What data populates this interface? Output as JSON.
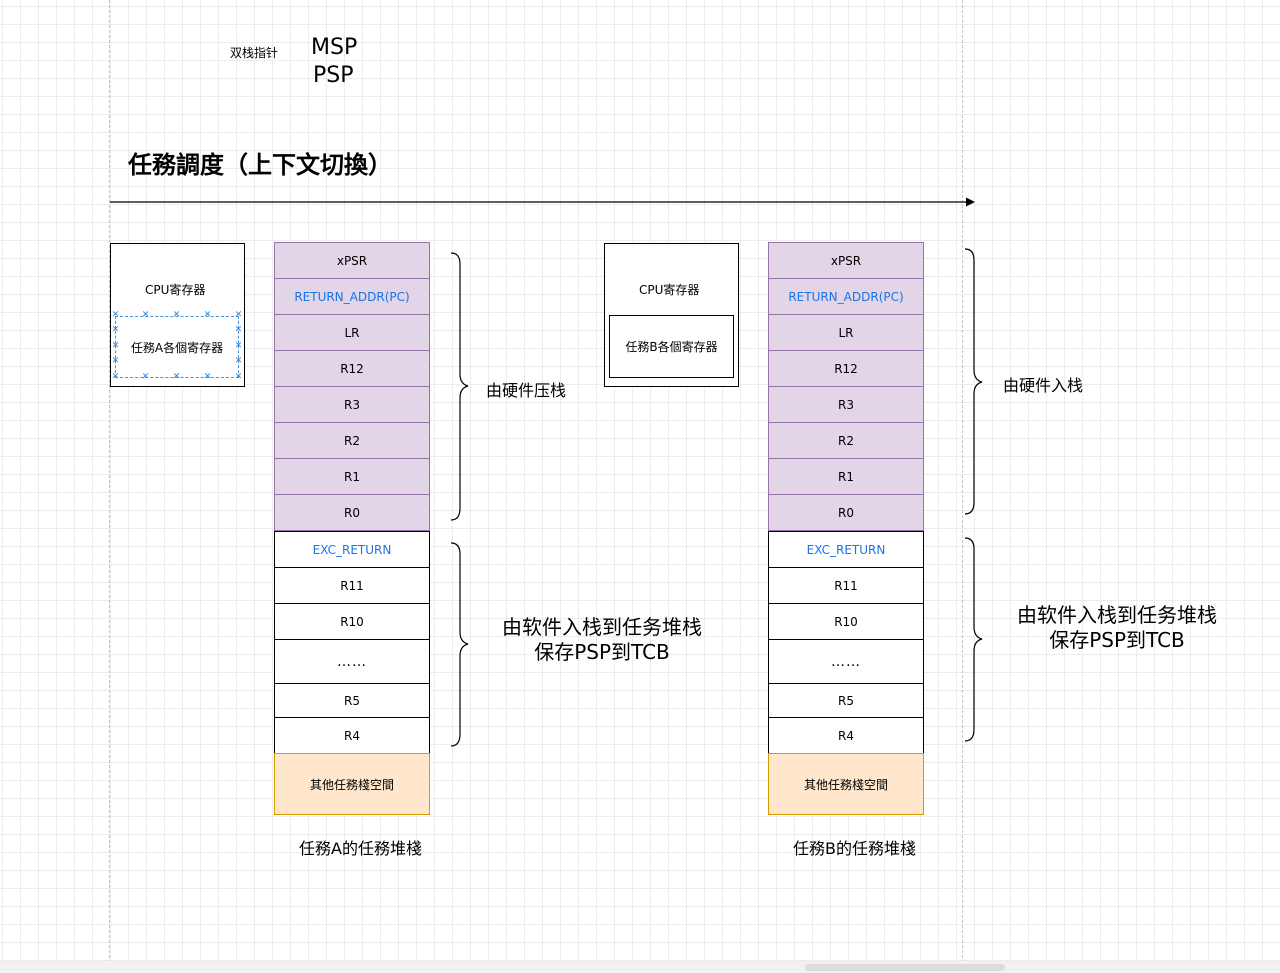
{
  "header": {
    "dual_stack_label": "双栈指针",
    "msp": "MSP",
    "psp": "PSP",
    "title": "任務調度（上下文切換）"
  },
  "task_a": {
    "cpu_label": "CPU寄存器",
    "inner_label": "任務A各個寄存器",
    "hw_brace_label": "由硬件压栈",
    "sw_brace_label_1": "由软件入栈到任务堆栈",
    "sw_brace_label_2": "保存PSP到TCB",
    "stack_caption": "任務A的任務堆棧"
  },
  "task_b": {
    "cpu_label": "CPU寄存器",
    "inner_label": "任務B各個寄存器",
    "hw_brace_label": "由硬件入栈",
    "sw_brace_label_1": "由软件入栈到任务堆栈",
    "sw_brace_label_2": "保存PSP到TCB",
    "stack_caption": "任務B的任務堆棧"
  },
  "stack_cells": {
    "xpsr": "xPSR",
    "return_addr": "RETURN_ADDR(PC)",
    "lr": "LR",
    "r12": "R12",
    "r3": "R3",
    "r2": "R2",
    "r1": "R1",
    "r0": "R0",
    "exc_return": "EXC_RETURN",
    "r11": "R11",
    "r10": "R10",
    "ellipsis": "……",
    "r5": "R5",
    "r4": "R4",
    "other_space": "其他任務棧空間"
  },
  "colors": {
    "hardware_frame_fill": "#e1d5e7",
    "hardware_frame_stroke": "#9673a6",
    "other_space_fill": "#ffe6cc",
    "other_space_stroke": "#d79b00",
    "link_text": "#1a73e8"
  }
}
